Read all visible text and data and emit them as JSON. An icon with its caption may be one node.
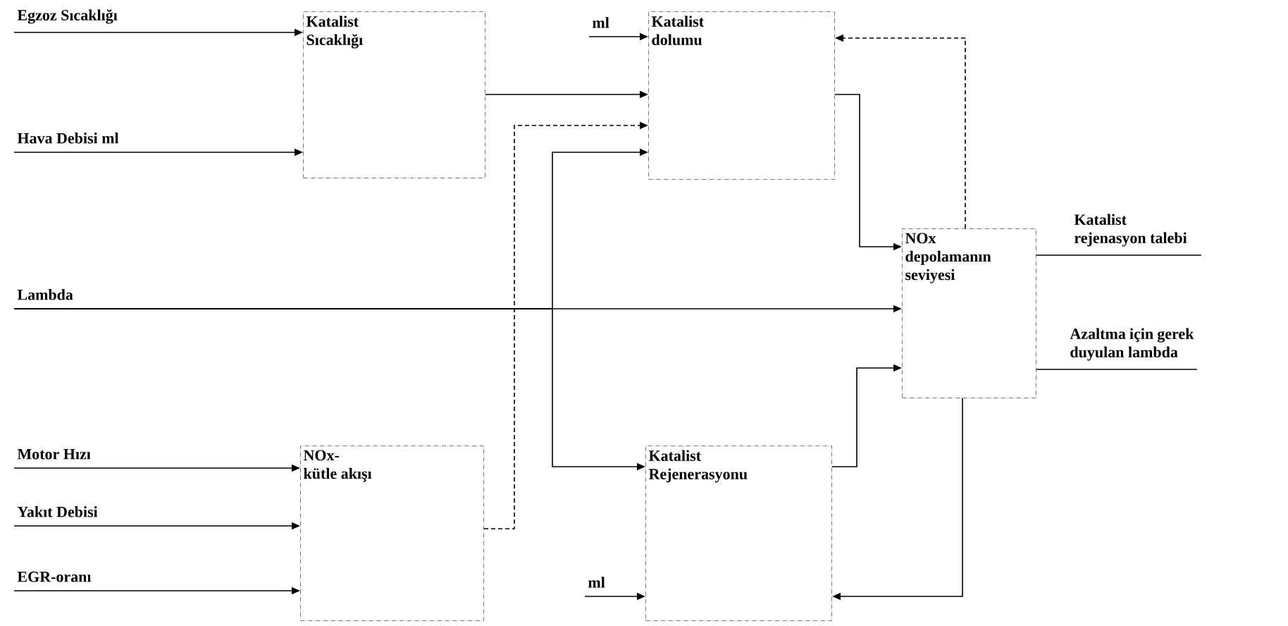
{
  "diagram": {
    "nodes": [
      {
        "text": [
          "Katalist Sıcaklığı"
        ]
      },
      {
        "text": [
          "Katalist dolumu"
        ]
      },
      {
        "text": [
          "NOx depolamanın seviyesi"
        ]
      },
      {
        "text": [
          "NOx- kütle akışı"
        ]
      },
      {
        "text": [
          "Katalist Rejenerasyonu"
        ]
      },
      {
        "text": [
          "Egzoz Sıcaklığı"
        ]
      },
      {
        "text": [
          "Hava Debisi ml"
        ]
      },
      {
        "text": [
          "Lambda"
        ]
      },
      {
        "text": [
          "Motor Hızı"
        ]
      },
      {
        "text": [
          "Yakıt Debisi"
        ]
      },
      {
        "text": [
          "EGR-oranı"
        ]
      },
      {
        "text": [
          "ml"
        ]
      },
      {
        "text": [
          "ml"
        ]
      },
      {
        "text": [
          "Katalist rejenasyon talebi"
        ]
      },
      {
        "text": [
          "Azaltma için gerek duyulan lambda"
        ]
      }
    ],
    "edges": [
      {
        "from": 5,
        "to": 0,
        "arrow": "to"
      },
      {
        "from": 6,
        "to": 0,
        "arrow": "to"
      },
      {
        "from": 7,
        "to": 2,
        "arrow": "to"
      },
      {
        "from": 7,
        "to": 1,
        "arrow": "to"
      },
      {
        "from": 7,
        "to": 4,
        "arrow": "to"
      },
      {
        "from": 0,
        "to": 1,
        "arrow": "to"
      },
      {
        "from": 3,
        "to": 1,
        "arrow": "to",
        "style": "dashed"
      },
      {
        "from": 11,
        "to": 1,
        "arrow": "to"
      },
      {
        "from": 1,
        "to": 2,
        "arrow": "to"
      },
      {
        "from": 2,
        "to": 1,
        "arrow": "to",
        "style": "dashed"
      },
      {
        "from": 4,
        "to": 2,
        "arrow": "to"
      },
      {
        "from": 2,
        "to": 4,
        "arrow": "to"
      },
      {
        "from": 12,
        "to": 4,
        "arrow": "to"
      },
      {
        "from": 8,
        "to": 3,
        "arrow": "to"
      },
      {
        "from": 9,
        "to": 3,
        "arrow": "to"
      },
      {
        "from": 10,
        "to": 3,
        "arrow": "to"
      },
      {
        "from": 2,
        "to": 13,
        "arrow": "none"
      },
      {
        "from": 2,
        "to": 14,
        "arrow": "none"
      }
    ]
  }
}
